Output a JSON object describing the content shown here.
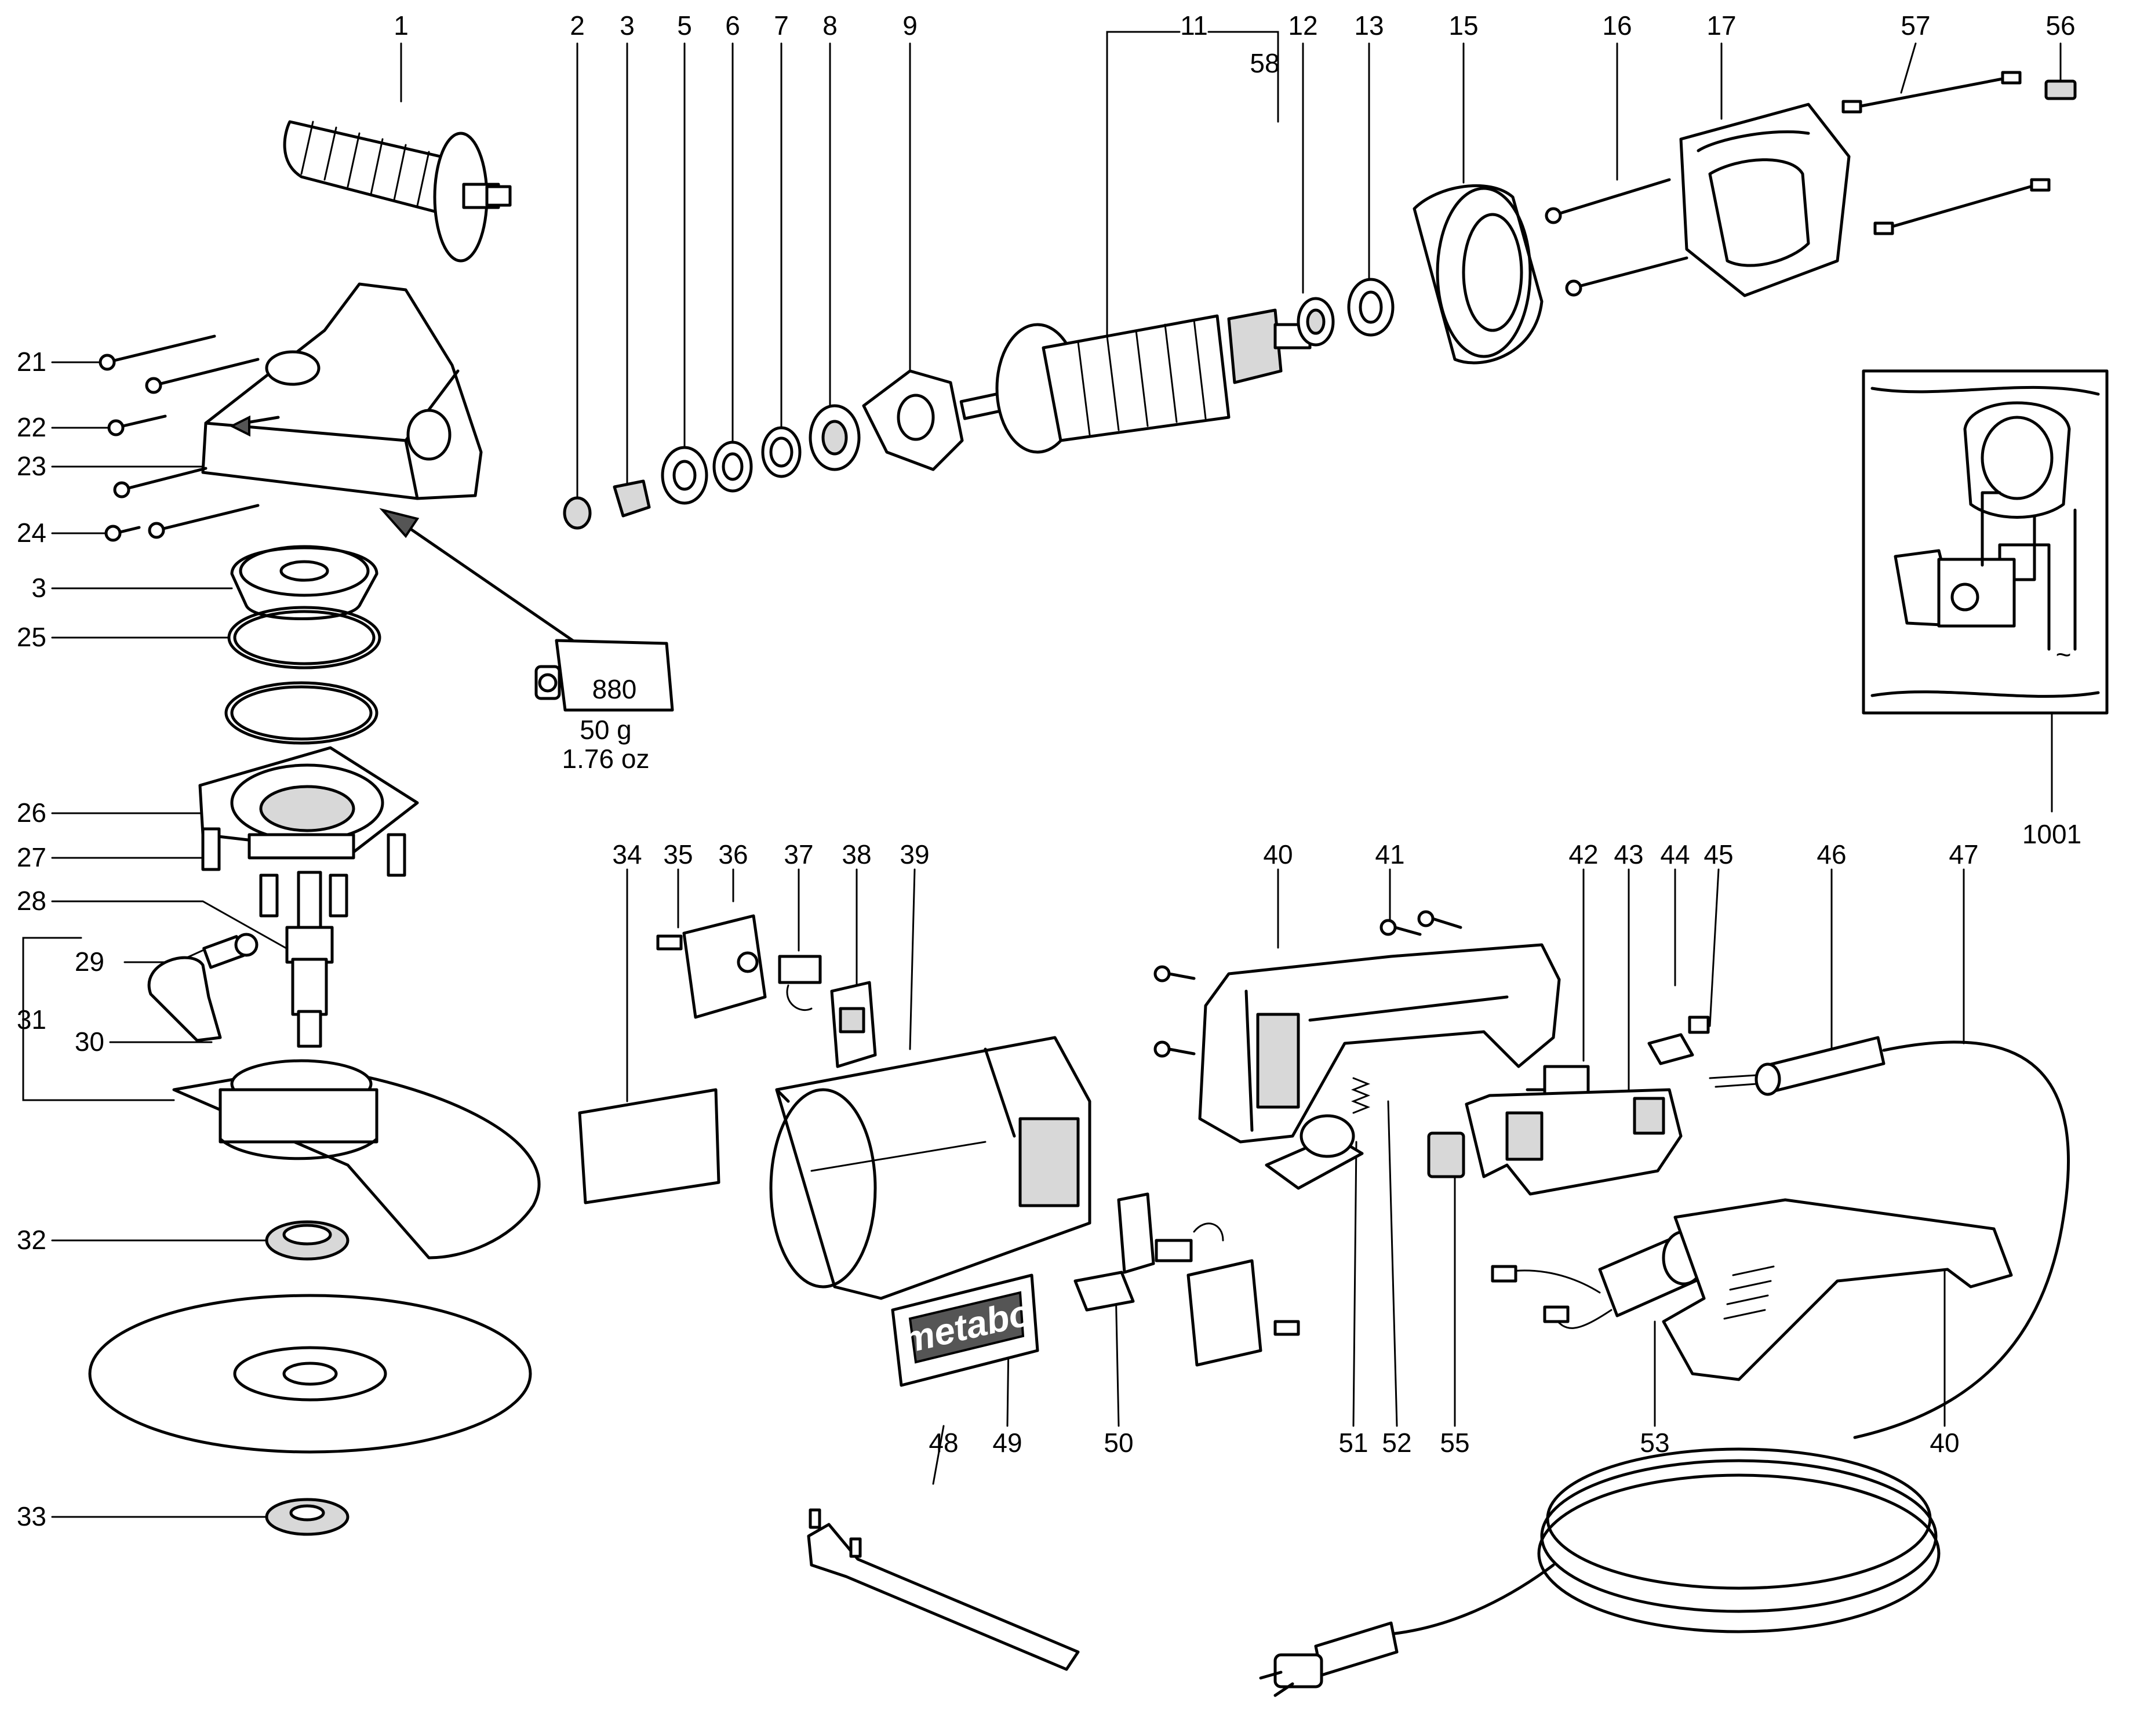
{
  "labels": {
    "p1": "1",
    "p2": "2",
    "p3": "3",
    "p3b": "3",
    "p5": "5",
    "p6": "6",
    "p7": "7",
    "p8": "8",
    "p9": "9",
    "p11": "11",
    "p12": "12",
    "p13": "13",
    "p15": "15",
    "p16": "16",
    "p17": "17",
    "p21": "21",
    "p22": "22",
    "p23": "23",
    "p24": "24",
    "p25": "25",
    "p26": "26",
    "p27": "27",
    "p28": "28",
    "p29": "29",
    "p30": "30",
    "p31": "31",
    "p32": "32",
    "p33": "33",
    "p34": "34",
    "p35": "35",
    "p36": "36",
    "p37": "37",
    "p38": "38",
    "p39": "39",
    "p40": "40",
    "p40b": "40",
    "p41": "41",
    "p42": "42",
    "p43": "43",
    "p44": "44",
    "p45": "45",
    "p46": "46",
    "p47": "47",
    "p48": "48",
    "p49": "49",
    "p50": "50",
    "p51": "51",
    "p52": "52",
    "p53": "53",
    "p55": "55",
    "p56": "56",
    "p57": "57",
    "p58": "58",
    "p1001": "1001"
  },
  "grease": {
    "code": "880",
    "weight_g": "50 g",
    "weight_oz": "1.76 oz"
  },
  "brand": "metabo",
  "wiring_symbol": "~"
}
